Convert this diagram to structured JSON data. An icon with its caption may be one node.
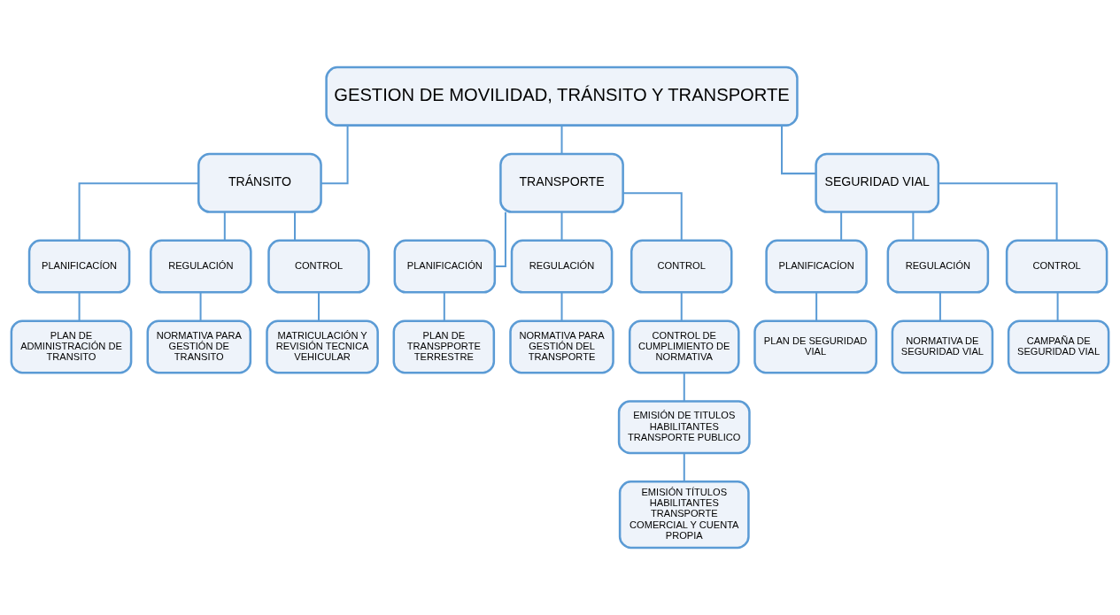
{
  "diagram": {
    "nodes": [
      {
        "text": [
          "GESTION DE MOVILIDAD, TRÁNSITO Y TRANSPORTE"
        ]
      },
      {
        "text": [
          "TRÁNSITO"
        ]
      },
      {
        "text": [
          "TRANSPORTE"
        ]
      },
      {
        "text": [
          "SEGURIDAD VIAL"
        ]
      },
      {
        "text": [
          "PLANIFICACÍON"
        ]
      },
      {
        "text": [
          "REGULACIÓN"
        ]
      },
      {
        "text": [
          "CONTROL"
        ]
      },
      {
        "text": [
          "PLANIFICACIÓN"
        ]
      },
      {
        "text": [
          "REGULACIÓN"
        ]
      },
      {
        "text": [
          "CONTROL"
        ]
      },
      {
        "text": [
          "PLANIFICACÍON"
        ]
      },
      {
        "text": [
          "REGULACIÓN"
        ]
      },
      {
        "text": [
          "CONTROL"
        ]
      },
      {
        "text": [
          "PLAN DE ADMINISTRACIÓN DE TRANSITO"
        ]
      },
      {
        "text": [
          "NORMATIVA PARA GESTIÓN DE TRANSITO"
        ]
      },
      {
        "text": [
          "MATRICULACIÓN Y REVISIÓN TECNICA VEHICULAR"
        ]
      },
      {
        "text": [
          "PLAN DE TRANSPPORTE TERRESTRE"
        ]
      },
      {
        "text": [
          "NORMATIVA PARA GESTIÓN DEL TRANSPORTE"
        ]
      },
      {
        "text": [
          "CONTROL DE CUMPLIMIENTO DE NORMATIVA"
        ]
      },
      {
        "text": [
          "PLAN DE SEGURIDAD VIAL"
        ]
      },
      {
        "text": [
          "NORMATIVA DE SEGURIDAD VIAL"
        ]
      },
      {
        "text": [
          "CAMPAÑA DE SEGURIDAD VIAL"
        ]
      },
      {
        "text": [
          "EMISIÓN DE TITULOS HABILITANTES TRANSPORTE PUBLICO"
        ]
      },
      {
        "text": [
          "EMISIÓN TÍTULOS HABILITANTES TRANSPORTE COMERCIAL Y CUENTA PROPIA"
        ]
      }
    ],
    "edges": [
      {
        "from": 0,
        "to": 1,
        "arrow": "none"
      },
      {
        "from": 0,
        "to": 2,
        "arrow": "none"
      },
      {
        "from": 0,
        "to": 3,
        "arrow": "none"
      },
      {
        "from": 1,
        "to": 4,
        "arrow": "none"
      },
      {
        "from": 1,
        "to": 5,
        "arrow": "none"
      },
      {
        "from": 1,
        "to": 6,
        "arrow": "none"
      },
      {
        "from": 2,
        "to": 7,
        "arrow": "none"
      },
      {
        "from": 2,
        "to": 8,
        "arrow": "none"
      },
      {
        "from": 2,
        "to": 9,
        "arrow": "none"
      },
      {
        "from": 3,
        "to": 10,
        "arrow": "none"
      },
      {
        "from": 3,
        "to": 11,
        "arrow": "none"
      },
      {
        "from": 3,
        "to": 12,
        "arrow": "none"
      },
      {
        "from": 4,
        "to": 13,
        "arrow": "none"
      },
      {
        "from": 5,
        "to": 14,
        "arrow": "none"
      },
      {
        "from": 6,
        "to": 15,
        "arrow": "none"
      },
      {
        "from": 7,
        "to": 16,
        "arrow": "none"
      },
      {
        "from": 8,
        "to": 17,
        "arrow": "none"
      },
      {
        "from": 9,
        "to": 18,
        "arrow": "none"
      },
      {
        "from": 10,
        "to": 19,
        "arrow": "none"
      },
      {
        "from": 11,
        "to": 20,
        "arrow": "none"
      },
      {
        "from": 12,
        "to": 21,
        "arrow": "none"
      },
      {
        "from": 18,
        "to": 22,
        "arrow": "none"
      },
      {
        "from": 22,
        "to": 23,
        "arrow": "none"
      }
    ]
  }
}
